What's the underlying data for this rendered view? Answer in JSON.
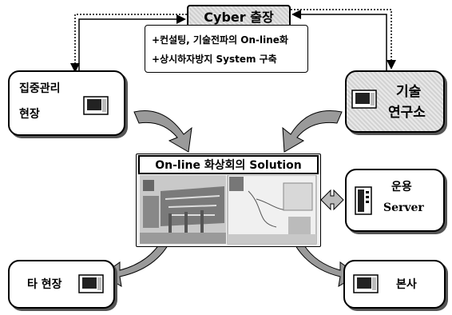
{
  "cyber": {
    "title": "Cyber 출장"
  },
  "description": {
    "line1": "+컨설팅, 기술전파의 On-line화",
    "line2": "+상시하자방지 System 구축"
  },
  "nodes": {
    "central": {
      "line1": "집중관리",
      "line2": "현장"
    },
    "lab": {
      "line1": "기술",
      "line2": "연구소"
    },
    "server": {
      "line1": "운용",
      "line2": "Server"
    },
    "remote": {
      "label": "타 현장"
    },
    "hq": {
      "label": "본사"
    }
  },
  "solution": {
    "title": "On-line 화상회의 Solution"
  },
  "colors": {
    "line": "#000000",
    "pattern": "#d2d2d2",
    "arrow_fill": "#9a9a9a"
  }
}
